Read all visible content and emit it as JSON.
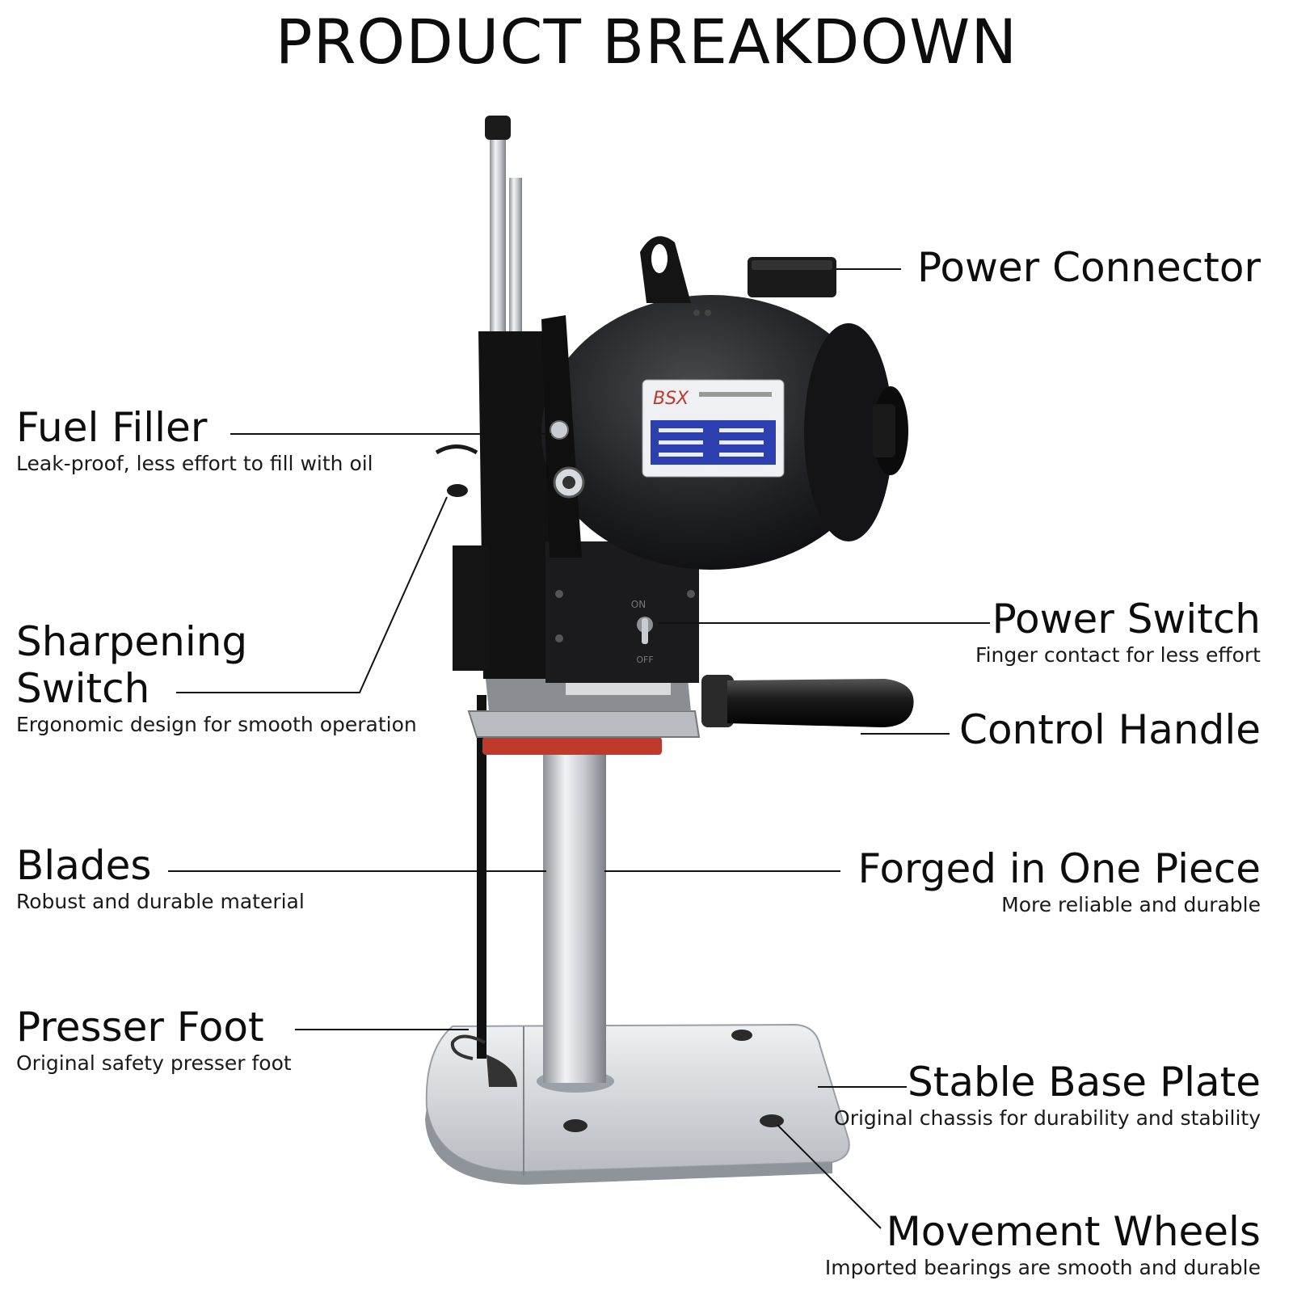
{
  "page": {
    "title": "PRODUCT BREAKDOWN"
  },
  "machine": {
    "brand_label": "BSX",
    "switch_on": "ON",
    "switch_off": "OFF"
  },
  "callouts": [
    {
      "id": "power-connector",
      "label": "Power Connector",
      "desc": ""
    },
    {
      "id": "fuel-filler",
      "label": "Fuel Filler",
      "desc": "Leak-proof, less effort to fill with oil"
    },
    {
      "id": "sharpening-switch",
      "label_line1": "Sharpening",
      "label_line2": "Switch",
      "desc": "Ergonomic design for smooth operation"
    },
    {
      "id": "power-switch",
      "label": "Power Switch",
      "desc": "Finger contact for less effort"
    },
    {
      "id": "control-handle",
      "label": "Control Handle",
      "desc": ""
    },
    {
      "id": "blades",
      "label": "Blades",
      "desc": "Robust and durable material"
    },
    {
      "id": "forged-one-piece",
      "label": "Forged in One Piece",
      "desc": "More reliable and durable"
    },
    {
      "id": "presser-foot",
      "label": "Presser Foot",
      "desc": "Original safety presser foot"
    },
    {
      "id": "stable-base-plate",
      "label": "Stable Base Plate",
      "desc": "Original chassis for durability and stability"
    },
    {
      "id": "movement-wheels",
      "label": "Movement Wheels",
      "desc": "Imported bearings are smooth and durable"
    }
  ],
  "colors": {
    "text": "#0d0d0d",
    "line": "#111111",
    "body_black": "#1c1c1e",
    "metal": "#c9ccd0",
    "plate_blue": "#2c3fb0",
    "accent_red": "#c0392b"
  }
}
